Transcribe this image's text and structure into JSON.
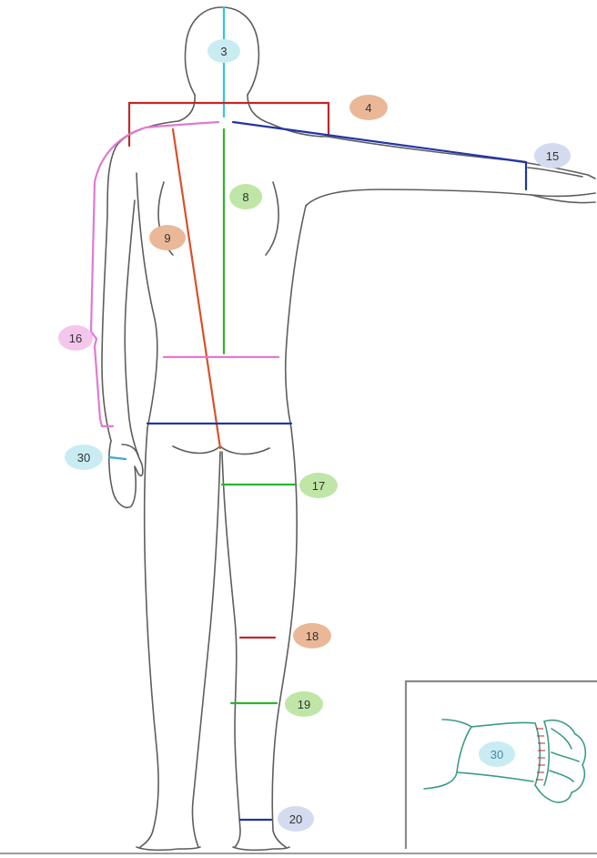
{
  "colors": {
    "body_outline": "#5e5e5e",
    "neck_line": "#33c6e0",
    "shoulder_box": "#c0282a",
    "spine_line": "#2cb52c",
    "diagonal_back": "#d9502c",
    "arm_line": "#2234a6",
    "sleeve_line": "#e07ad2",
    "waist_line": "#e07ad2",
    "hip_line": "#2234a6",
    "thigh_line": "#2cb52c",
    "knee_line": "#c0282a",
    "calf_line": "#2cb52c",
    "ankle_line": "#2234a6",
    "wrist_line": "#3aa6d8",
    "inset_frame": "#8a8a8a",
    "inset_hand": "#3b9c88",
    "badge_orange": "#eab896",
    "badge_green": "#bfe6a6",
    "badge_cyan": "#c9ecf3",
    "badge_lavender": "#d5dbee",
    "badge_pink": "#f4c6ec"
  },
  "labels": {
    "neck": "3",
    "shoulder": "4",
    "back_length": "8",
    "diagonal": "9",
    "arm_length": "15",
    "sleeve": "16",
    "thigh": "17",
    "knee": "18",
    "calf": "19",
    "ankle": "20",
    "wrist": "30",
    "inset_wrist": "30"
  }
}
